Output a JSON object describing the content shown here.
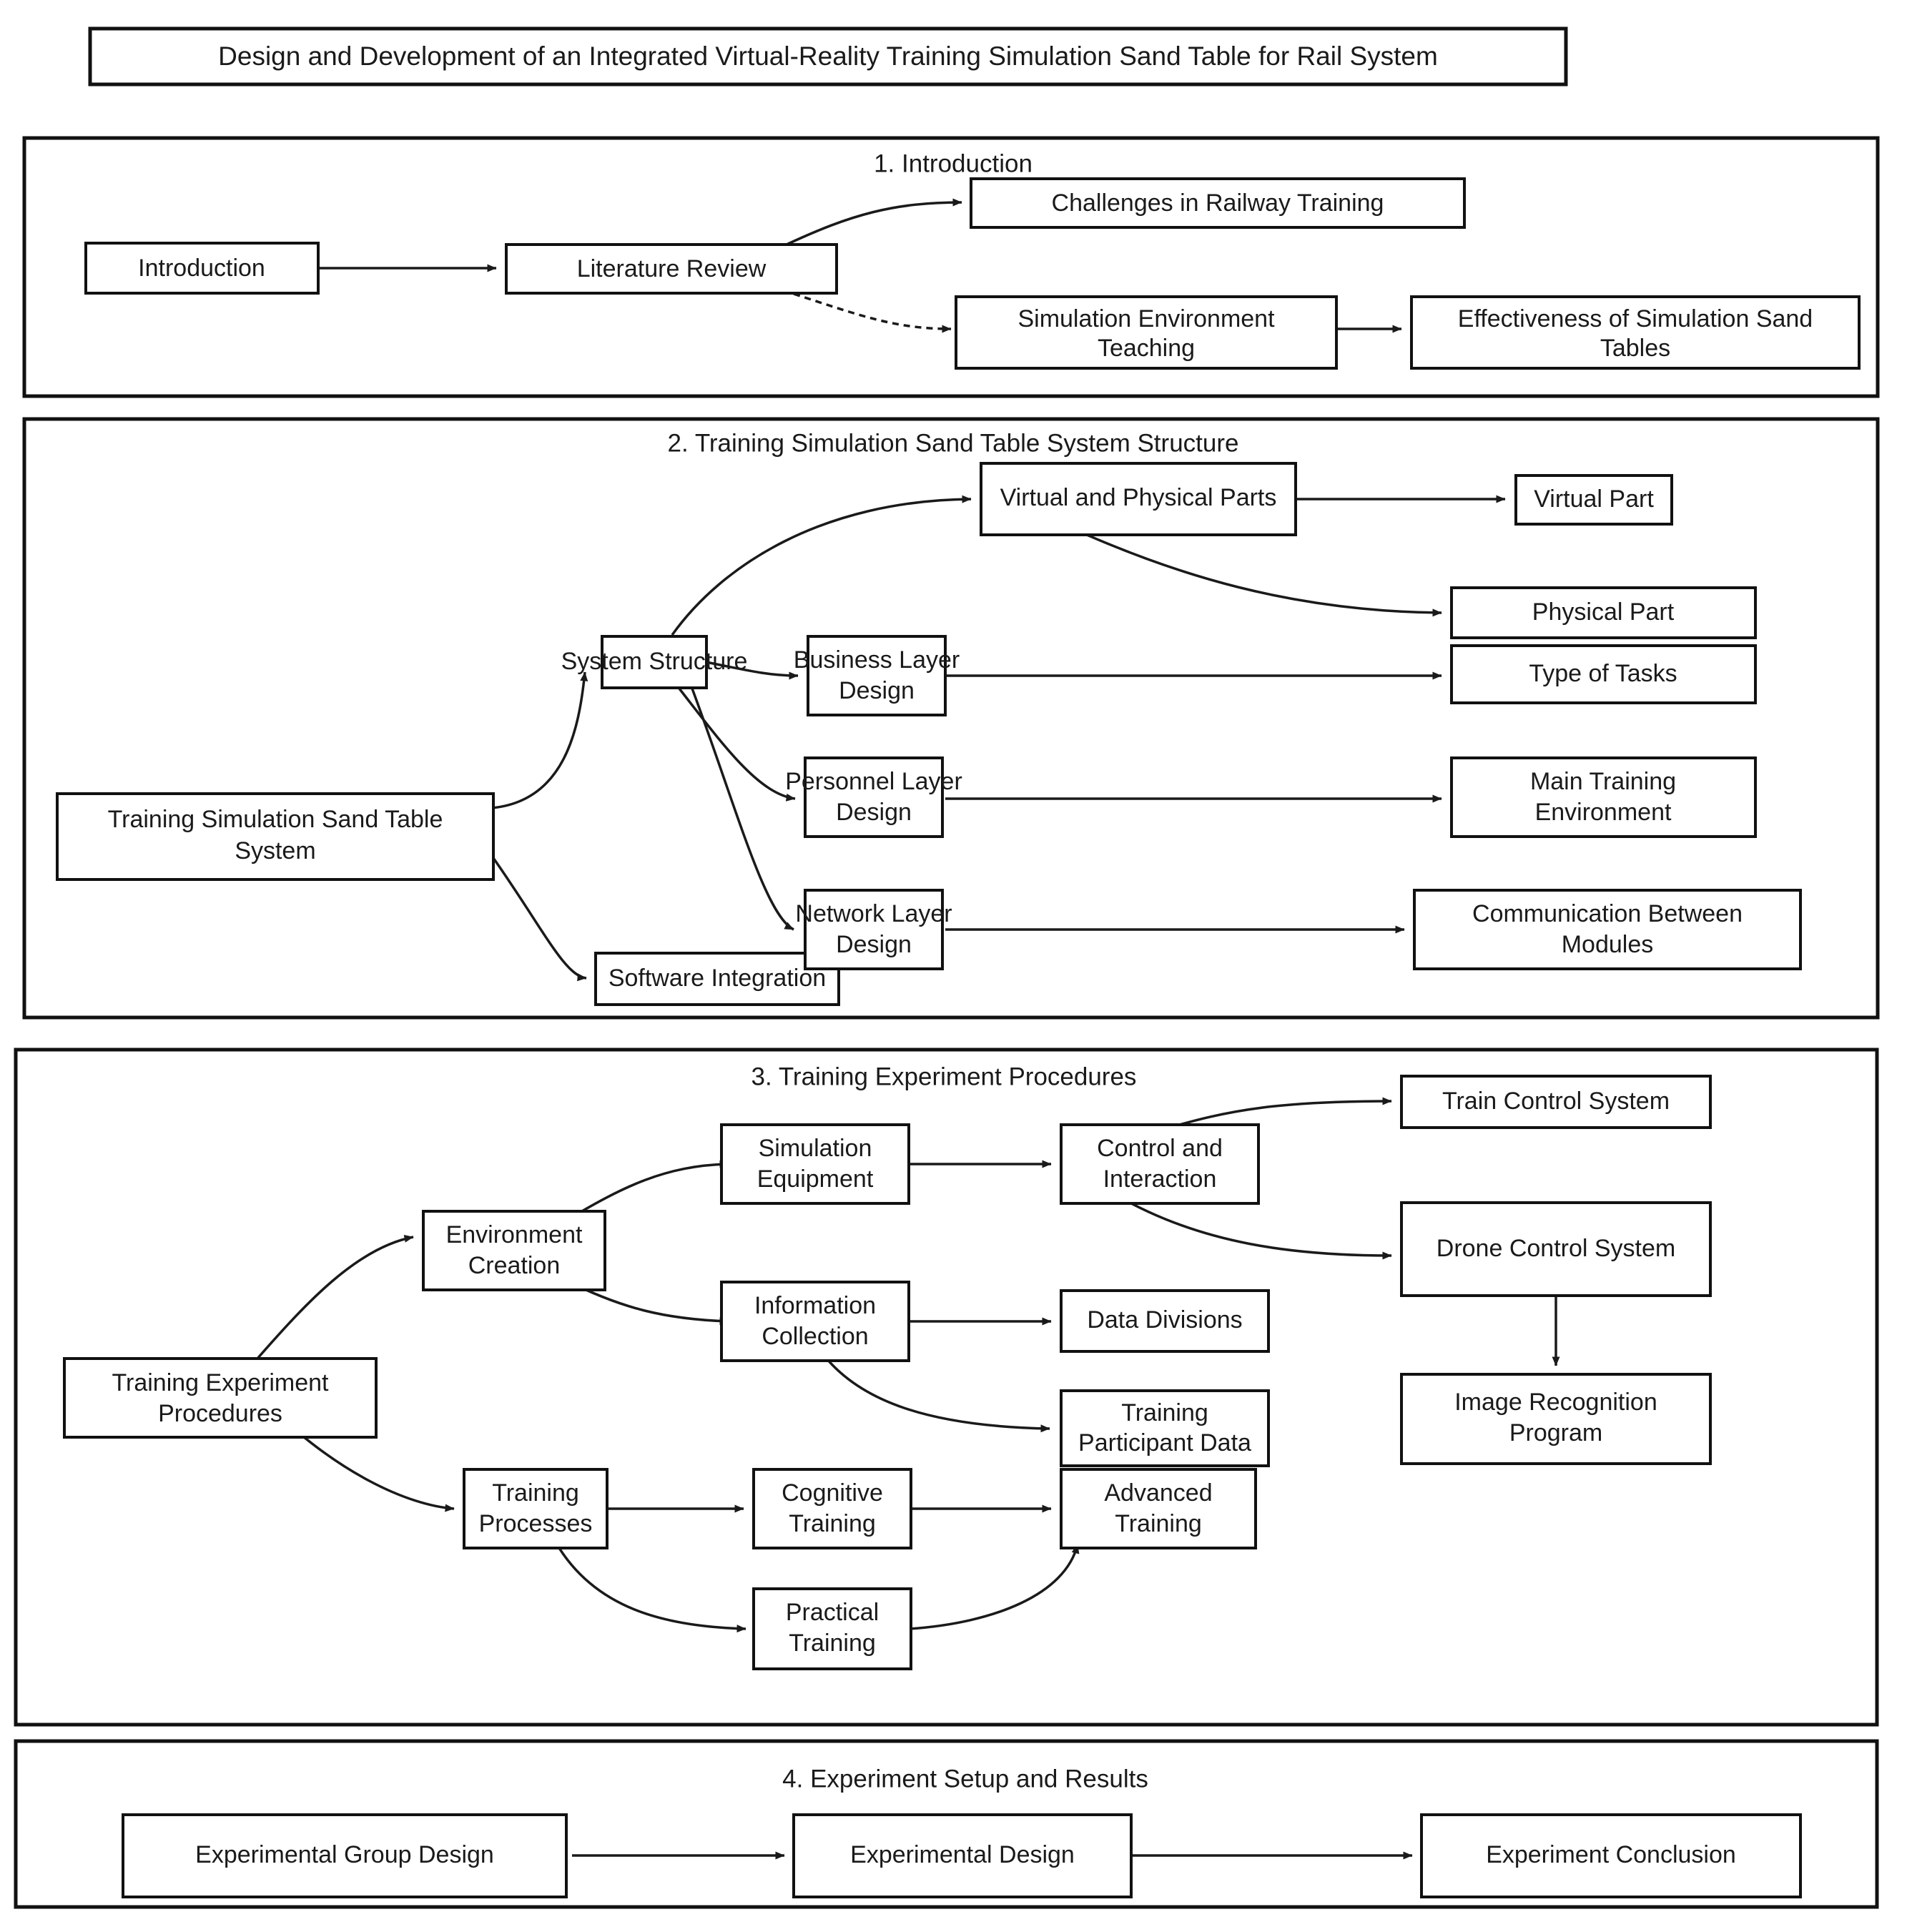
{
  "document": {
    "title": "Design and Development of an Integrated Virtual-Reality Training Simulation Sand Table for Rail System"
  },
  "sections": [
    {
      "id": "introduction",
      "title": "1. Introduction",
      "nodes": [
        {
          "id": "s1-introduction",
          "label": "Introduction"
        },
        {
          "id": "s1-literature-review",
          "label": "Literature Review"
        },
        {
          "id": "s1-challenges",
          "label": "Challenges in Railway Training"
        },
        {
          "id": "s1-sim-env-teaching-l1",
          "label": "Simulation Environment"
        },
        {
          "id": "s1-sim-env-teaching-l2",
          "label": "Teaching"
        },
        {
          "id": "s1-effectiveness-l1",
          "label": "Effectiveness of Simulation Sand"
        },
        {
          "id": "s1-effectiveness-l2",
          "label": "Tables"
        }
      ]
    },
    {
      "id": "system-structure",
      "title": "2. Training Simulation Sand Table System Structure",
      "nodes": [
        {
          "id": "s2-tsst-system-l1",
          "label": "Training Simulation Sand Table"
        },
        {
          "id": "s2-tsst-system-l2",
          "label": "System"
        },
        {
          "id": "s2-system-structure",
          "label": "System Structure"
        },
        {
          "id": "s2-software-integration",
          "label": "Software Integration"
        },
        {
          "id": "s2-virtual-physical-parts",
          "label": "Virtual and Physical Parts"
        },
        {
          "id": "s2-virtual-part",
          "label": "Virtual Part"
        },
        {
          "id": "s2-physical-part",
          "label": "Physical Part"
        },
        {
          "id": "s2-business-layer-l1",
          "label": "Business Layer"
        },
        {
          "id": "s2-business-layer-l2",
          "label": "Design"
        },
        {
          "id": "s2-type-of-tasks",
          "label": "Type of Tasks"
        },
        {
          "id": "s2-personnel-layer-l1",
          "label": "Personnel Layer"
        },
        {
          "id": "s2-personnel-layer-l2",
          "label": "Design"
        },
        {
          "id": "s2-main-training-env-l1",
          "label": "Main Training"
        },
        {
          "id": "s2-main-training-env-l2",
          "label": "Environment"
        },
        {
          "id": "s2-network-layer-l1",
          "label": "Network Layer"
        },
        {
          "id": "s2-network-layer-l2",
          "label": "Design"
        },
        {
          "id": "s2-communication-l1",
          "label": "Communication Between"
        },
        {
          "id": "s2-communication-l2",
          "label": "Modules"
        }
      ]
    },
    {
      "id": "experiment-procedures",
      "title": "3. Training Experiment Procedures",
      "nodes": [
        {
          "id": "s3-procedures-l1",
          "label": "Training Experiment"
        },
        {
          "id": "s3-procedures-l2",
          "label": "Procedures"
        },
        {
          "id": "s3-env-creation-l1",
          "label": "Environment"
        },
        {
          "id": "s3-env-creation-l2",
          "label": "Creation"
        },
        {
          "id": "s3-sim-equipment-l1",
          "label": "Simulation"
        },
        {
          "id": "s3-sim-equipment-l2",
          "label": "Equipment"
        },
        {
          "id": "s3-control-interaction-l1",
          "label": "Control and"
        },
        {
          "id": "s3-control-interaction-l2",
          "label": "Interaction"
        },
        {
          "id": "s3-train-control",
          "label": "Train Control System"
        },
        {
          "id": "s3-drone-control",
          "label": "Drone Control System"
        },
        {
          "id": "s3-image-recognition-l1",
          "label": "Image Recognition"
        },
        {
          "id": "s3-image-recognition-l2",
          "label": "Program"
        },
        {
          "id": "s3-info-collection-l1",
          "label": "Information"
        },
        {
          "id": "s3-info-collection-l2",
          "label": "Collection"
        },
        {
          "id": "s3-data-divisions",
          "label": "Data Divisions"
        },
        {
          "id": "s3-participant-data-l1",
          "label": "Training"
        },
        {
          "id": "s3-participant-data-l2",
          "label": "Participant Data"
        },
        {
          "id": "s3-training-processes-l1",
          "label": "Training"
        },
        {
          "id": "s3-training-processes-l2",
          "label": "Processes"
        },
        {
          "id": "s3-cognitive-training-l1",
          "label": "Cognitive"
        },
        {
          "id": "s3-cognitive-training-l2",
          "label": "Training"
        },
        {
          "id": "s3-advanced-training-l1",
          "label": "Advanced"
        },
        {
          "id": "s3-advanced-training-l2",
          "label": "Training"
        },
        {
          "id": "s3-practical-training-l1",
          "label": "Practical"
        },
        {
          "id": "s3-practical-training-l2",
          "label": "Training"
        }
      ]
    },
    {
      "id": "experiment-setup",
      "title": "4. Experiment Setup and Results",
      "nodes": [
        {
          "id": "s4-group-design",
          "label": "Experimental Group Design"
        },
        {
          "id": "s4-experimental-design",
          "label": "Experimental Design"
        },
        {
          "id": "s4-conclusion",
          "label": "Experiment Conclusion"
        }
      ]
    }
  ],
  "colors": {
    "stroke": "#111111",
    "background": "#ffffff",
    "text": "#1a1a1a"
  }
}
